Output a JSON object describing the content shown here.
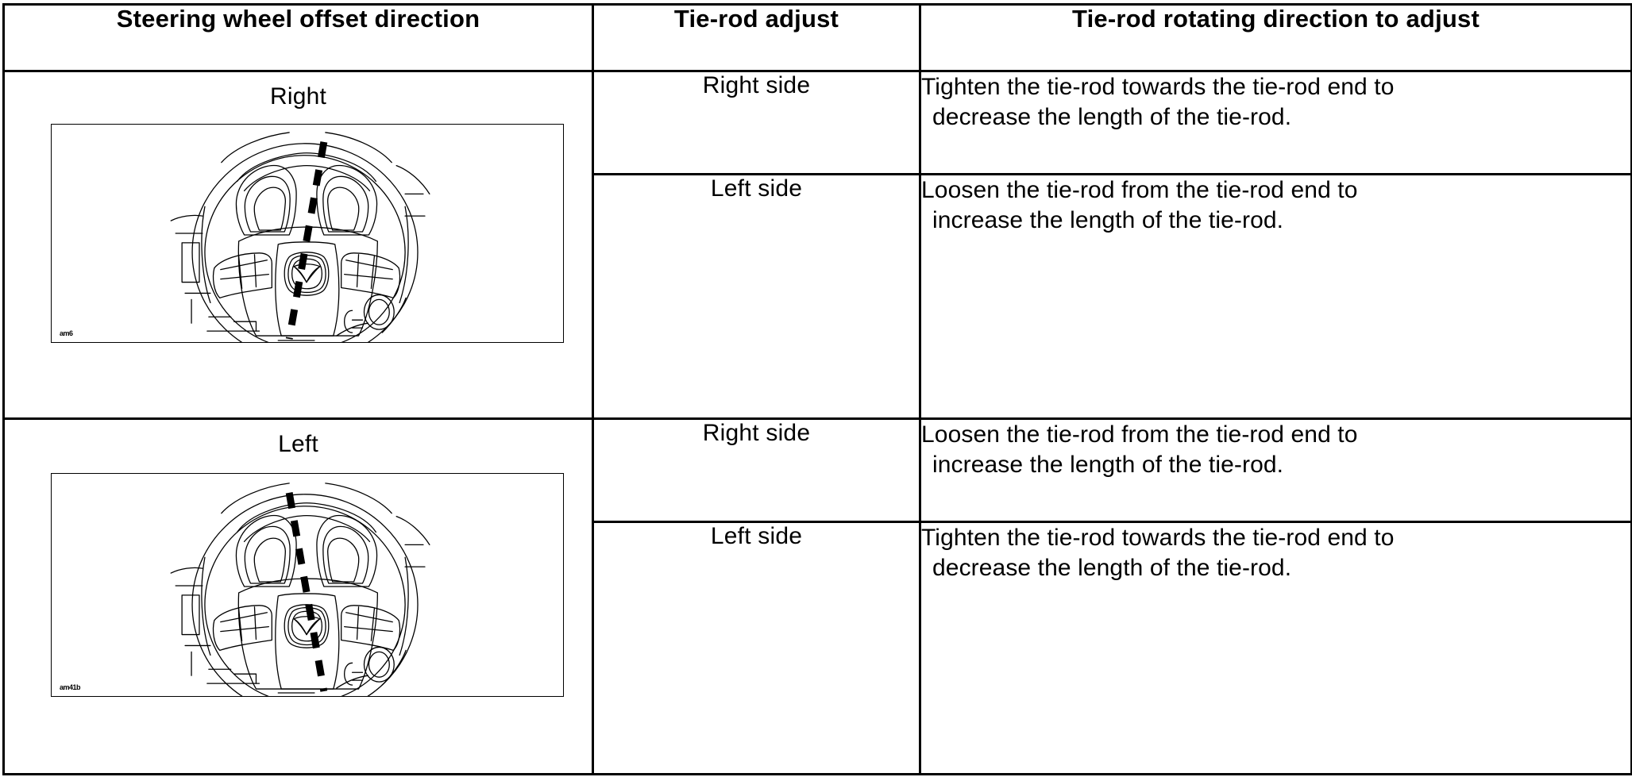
{
  "table": {
    "headers": [
      "Steering wheel offset direction",
      "Tie-rod adjust",
      "Tie-rod rotating direction to adjust"
    ],
    "rows": [
      {
        "direction": "Right",
        "figure_id": "am6",
        "subrows": [
          {
            "side": "Right side",
            "desc_line1": "Tighten the tie-rod towards the tie-rod end to",
            "desc_line2": "decrease the length of the tie-rod."
          },
          {
            "side": "Left side",
            "desc_line1": "Loosen the tie-rod from the tie-rod end to",
            "desc_line2": "increase the length of the tie-rod."
          }
        ]
      },
      {
        "direction": "Left",
        "figure_id": "am41b",
        "subrows": [
          {
            "side": "Right side",
            "desc_line1": "Loosen the tie-rod from the tie-rod end to",
            "desc_line2": "increase the length of the tie-rod."
          },
          {
            "side": "Left side",
            "desc_line1": "Tighten the tie-rod towards the tie-rod end to",
            "desc_line2": "decrease the length of the tie-rod."
          }
        ]
      }
    ]
  },
  "illustration": {
    "alt_right": "steering-wheel-offset-right",
    "alt_left": "steering-wheel-offset-left",
    "line_color": "#000000",
    "stroke_color": "#000000"
  }
}
